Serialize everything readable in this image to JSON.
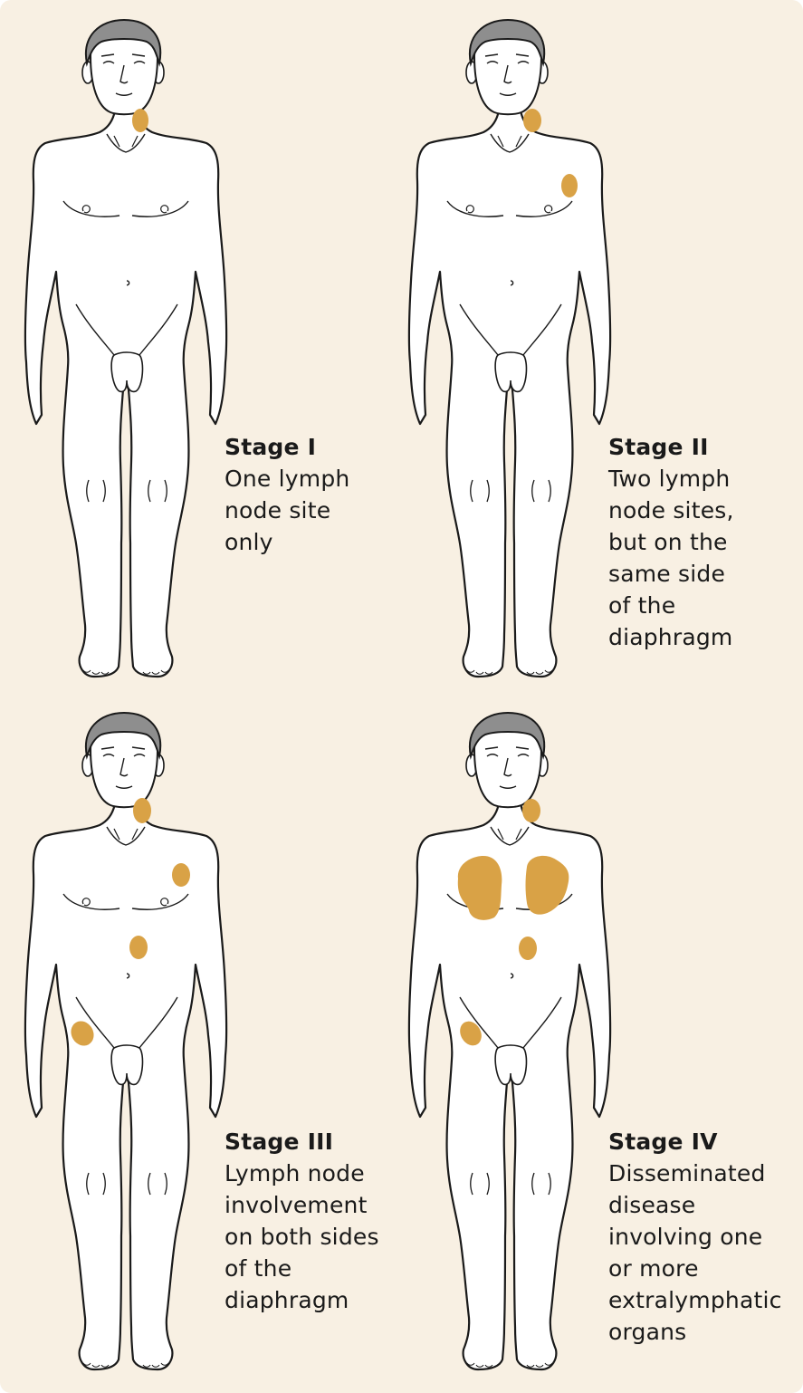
{
  "colors": {
    "background": "#f8f0e3",
    "node": "#d9a246",
    "hair": "#8e8e8e",
    "outline": "#1a1a1a"
  },
  "stages": [
    {
      "title": "Stage I",
      "lines": [
        "One lymph",
        "node site",
        "only"
      ],
      "node_count": 1
    },
    {
      "title": "Stage II",
      "lines": [
        "Two lymph",
        "node sites,",
        "but on the",
        "same side",
        "of the",
        "diaphragm"
      ],
      "node_count": 2
    },
    {
      "title": "Stage III",
      "lines": [
        "Lymph node",
        "involvement",
        "on both sides",
        "of the",
        "diaphragm"
      ],
      "node_count": 4
    },
    {
      "title": "Stage IV",
      "lines": [
        "Disseminated",
        "disease",
        "involving one",
        "or more",
        "extralymphatic",
        "organs"
      ],
      "node_count": 5
    }
  ]
}
